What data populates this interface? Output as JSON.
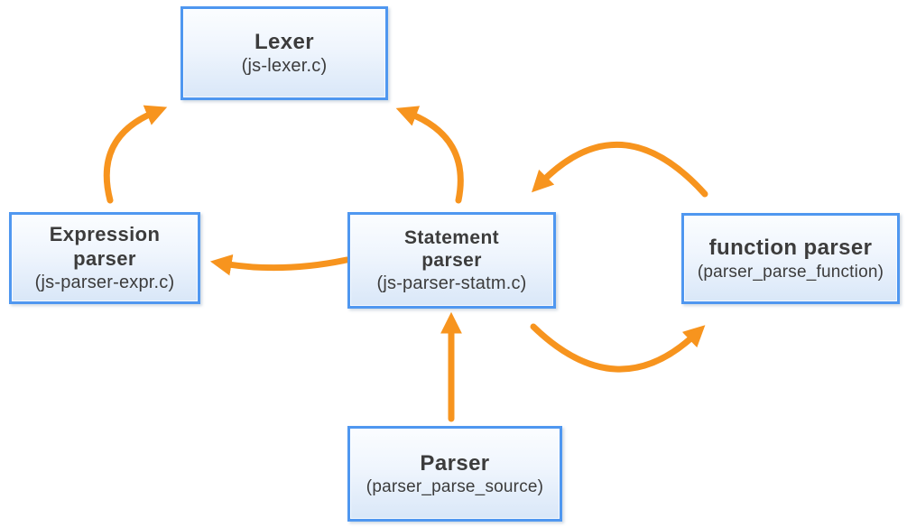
{
  "diagram": {
    "nodes": {
      "lexer": {
        "title": "Lexer",
        "subtitle": "(js-lexer.c)"
      },
      "expression_parser": {
        "title_line1": "Expression",
        "title_line2": "parser",
        "subtitle": "(js-parser-expr.c)"
      },
      "statement_parser": {
        "title_line1": "Statement",
        "title_line2": "parser",
        "subtitle": "(js-parser-statm.c)"
      },
      "function_parser": {
        "title": "function parser",
        "subtitle": "(parser_parse_function)"
      },
      "parser": {
        "title": "Parser",
        "subtitle": "(parser_parse_source)"
      }
    },
    "edges": [
      {
        "from": "expression_parser",
        "to": "lexer"
      },
      {
        "from": "statement_parser",
        "to": "lexer"
      },
      {
        "from": "statement_parser",
        "to": "expression_parser"
      },
      {
        "from": "function_parser",
        "to": "statement_parser"
      },
      {
        "from": "statement_parser",
        "to": "function_parser"
      },
      {
        "from": "parser",
        "to": "statement_parser"
      }
    ],
    "colors": {
      "arrow": "#F7941E",
      "node_border": "#4F97F0",
      "node_fill_top": "#FBFDFF",
      "node_fill_bottom": "#D9E7F8",
      "text": "#3C3C3C",
      "background": "#FFFFFF"
    }
  }
}
